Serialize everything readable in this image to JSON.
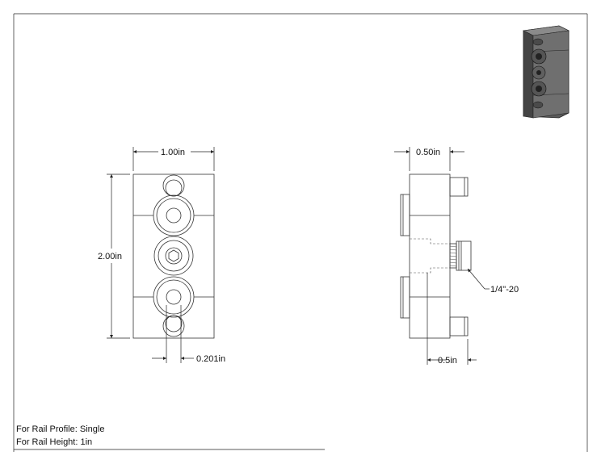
{
  "dimensions": {
    "width": "1.00in",
    "height": "2.00in",
    "hole_offset": "0.201in",
    "side_width": "0.50in",
    "side_depth": "0.5in"
  },
  "callouts": {
    "thread": "1/4\"-20"
  },
  "notes": {
    "rail_profile": "For Rail Profile: Single",
    "rail_height": "For Rail Height: 1in"
  },
  "colors": {
    "line": "#333333",
    "iso_body": "#6f6f6f",
    "iso_dark": "#3a3a3a"
  }
}
